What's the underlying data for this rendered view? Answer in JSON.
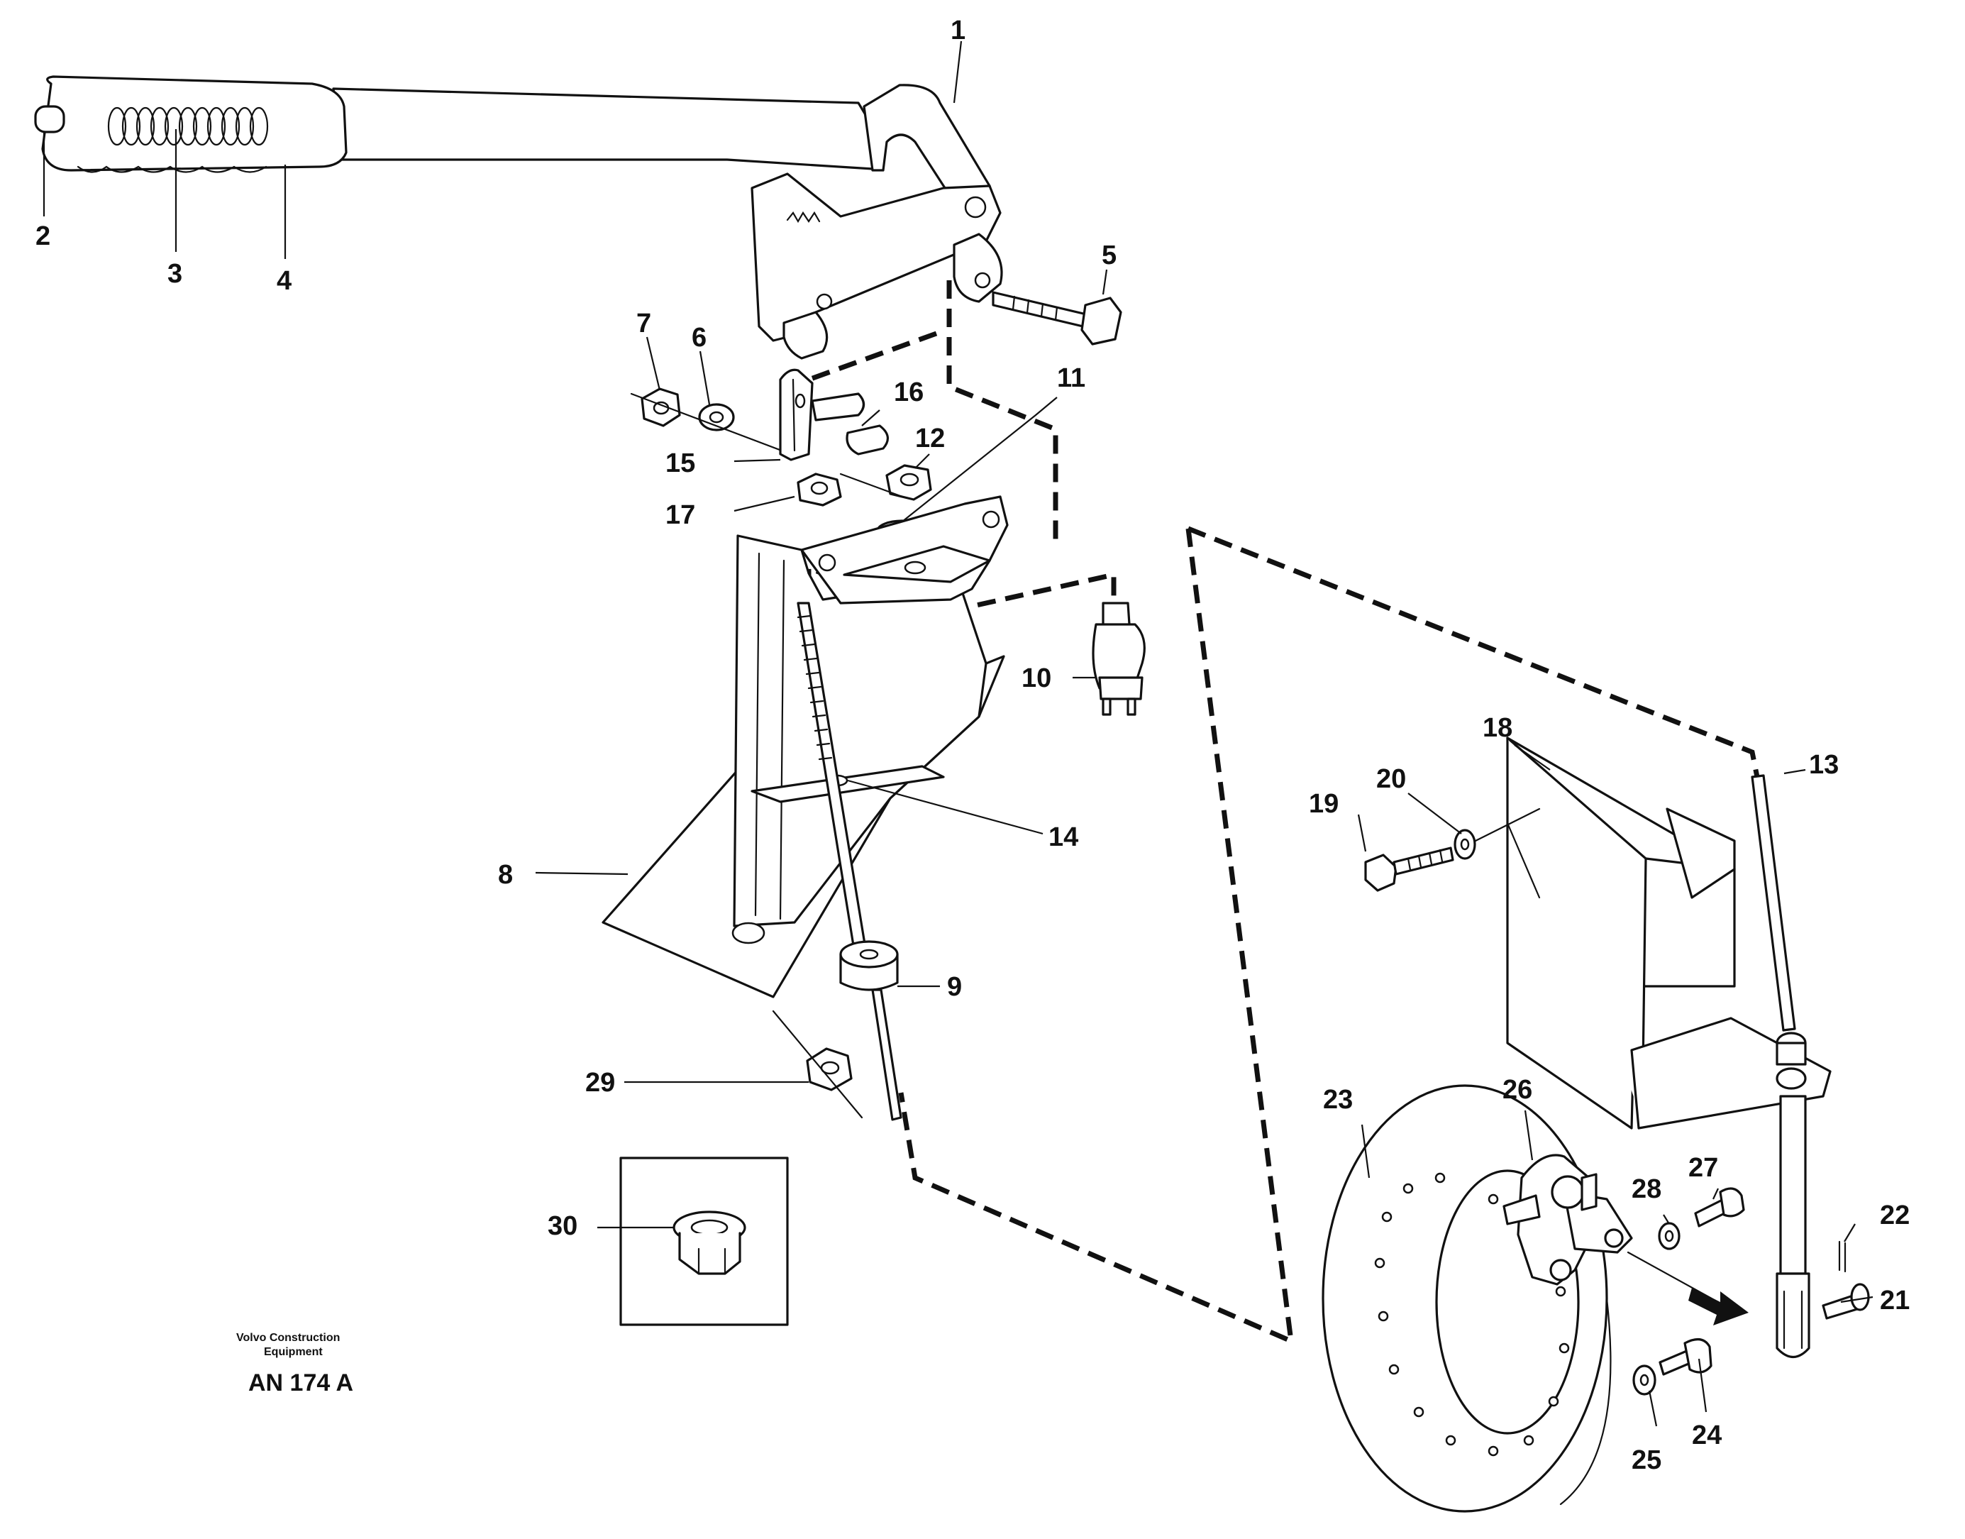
{
  "diagram": {
    "callouts": [
      "1",
      "2",
      "3",
      "4",
      "5",
      "6",
      "7",
      "8",
      "9",
      "10",
      "11",
      "12",
      "13",
      "14",
      "15",
      "16",
      "17",
      "18",
      "19",
      "20",
      "21",
      "22",
      "23",
      "24",
      "25",
      "26",
      "27",
      "28",
      "29",
      "30"
    ],
    "credit_line1": "Volvo Construction",
    "credit_line2": "Equipment",
    "drawing_code": "AN 174 A"
  }
}
